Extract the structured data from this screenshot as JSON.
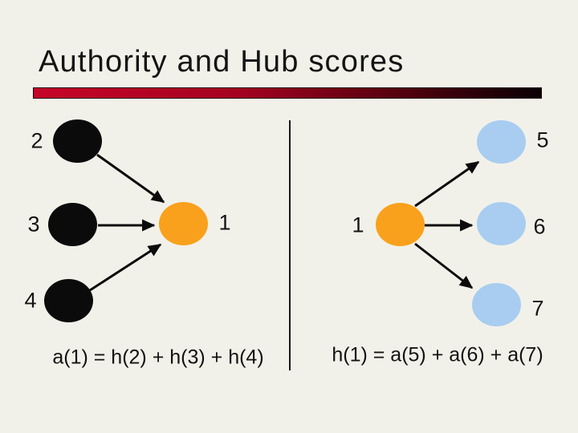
{
  "slide": {
    "title": "Authority and Hub scores"
  },
  "colors": {
    "background": "#F2F1E9",
    "black_node": "#0B0B0B",
    "orange_node": "#F9A11C",
    "blue_node": "#A8CDF0",
    "accent_bar_left": "#C60428",
    "accent_bar_right": "#0A0004",
    "arrow": "#0B0B0B"
  },
  "left_diagram": {
    "nodes": [
      {
        "label": "2"
      },
      {
        "label": "3"
      },
      {
        "label": "4"
      }
    ],
    "center_label": "1",
    "formula": "a(1) = h(2) + h(3) + h(4)"
  },
  "right_diagram": {
    "center_label": "1",
    "nodes": [
      {
        "label": "5"
      },
      {
        "label": "6"
      },
      {
        "label": "7"
      }
    ],
    "formula": "h(1) = a(5) + a(6) + a(7)"
  }
}
